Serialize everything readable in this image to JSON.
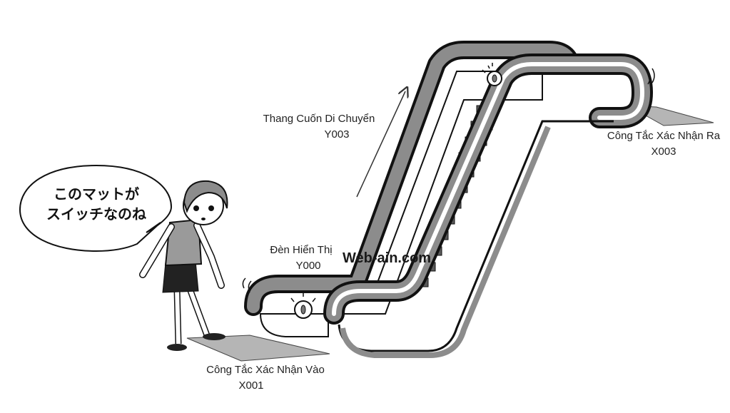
{
  "speech_bubble": {
    "line1": "このマットが",
    "line2": "スイッチなのね"
  },
  "labels": {
    "escalator": {
      "name": "Thang Cuốn Di Chuyển",
      "code": "Y003"
    },
    "exit_switch": {
      "name": "Công Tắc Xác Nhận Ra",
      "code": "X003"
    },
    "indicator_lamp": {
      "name": "Đèn Hiển Thị",
      "code": "Y000"
    },
    "entry_switch": {
      "name": "Công Tắc Xác Nhận Vào",
      "code": "X001"
    }
  },
  "watermark": "Web-ain.com",
  "colors": {
    "rail_fill": "#8c8c8c",
    "rail_outline": "#111111",
    "steps": "#5a5a5a",
    "mat": "#b5b5b5",
    "skin": "#ffffff",
    "uniform": "#9a9a9a",
    "skirt": "#222222"
  }
}
